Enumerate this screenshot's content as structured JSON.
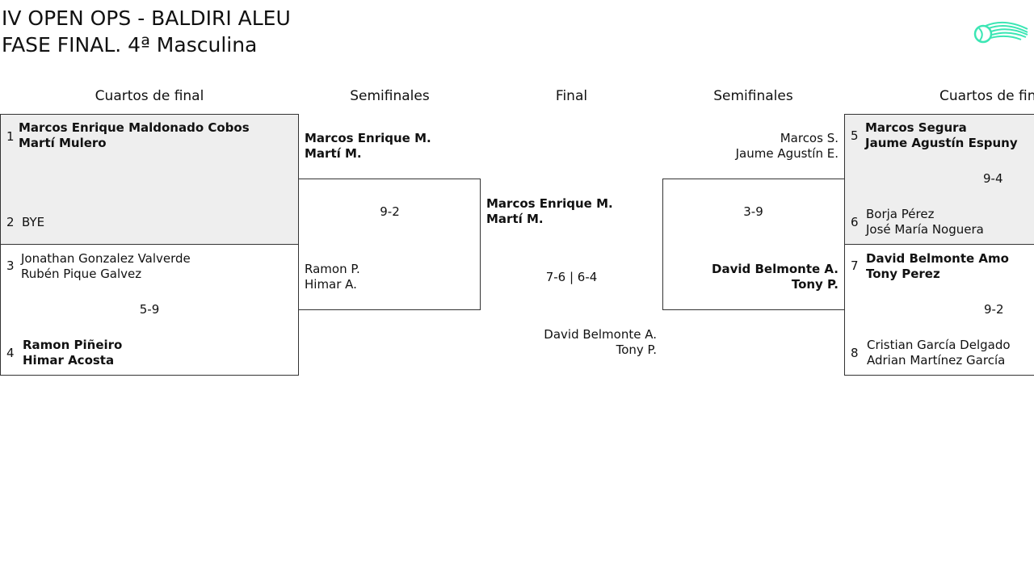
{
  "title": {
    "line1": "IV OPEN OPS - BALDIRI ALEU",
    "line2": "FASE FINAL. 4ª Masculina"
  },
  "logo_icon": "tennis-ball-icon",
  "colors": {
    "logo": "#3ce6b4",
    "winner_bg": "#eeeeee",
    "border": "#333333"
  },
  "rounds": {
    "qf_left": "Cuartos de final",
    "sf_left": "Semifinales",
    "final": "Final",
    "sf_right": "Semifinales",
    "qf_right": "Cuartos de fin"
  },
  "left_qf": {
    "m1": {
      "seed_a": "1",
      "a1": "Marcos Enrique Maldonado Cobos",
      "a2": "Martí Mulero",
      "seed_b": "2",
      "b1": "BYE",
      "score": ""
    },
    "m2": {
      "seed_a": "3",
      "a1": "Jonathan Gonzalez Valverde",
      "a2": "Rubén Pique Galvez",
      "seed_b": "4",
      "b1": "Ramon Piñeiro",
      "b2": "Himar Acosta",
      "score": "5-9"
    }
  },
  "left_sf": {
    "a1": "Marcos Enrique M.",
    "a2": "Martí M.",
    "score": "9-2",
    "b1": "Ramon P.",
    "b2": "Himar A."
  },
  "final": {
    "a1": "Marcos Enrique M.",
    "a2": "Martí M.",
    "score": "7-6 | 6-4",
    "b1": "David Belmonte A.",
    "b2": "Tony P."
  },
  "right_sf": {
    "a1": "Marcos S.",
    "a2": "Jaume Agustín E.",
    "score": "3-9",
    "b1": "David Belmonte A.",
    "b2": "Tony P."
  },
  "right_qf": {
    "m1": {
      "seed_a": "5",
      "a1": "Marcos Segura",
      "a2": "Jaume Agustín Espuny",
      "score": "9-4",
      "seed_b": "6",
      "b1": "Borja Pérez",
      "b2": "José María Noguera"
    },
    "m2": {
      "seed_a": "7",
      "a1": "David Belmonte Amo",
      "a2": "Tony Perez",
      "score": "9-2",
      "seed_b": "8",
      "b1": "Cristian García Delgado",
      "b2": "Adrian Martínez García"
    }
  }
}
